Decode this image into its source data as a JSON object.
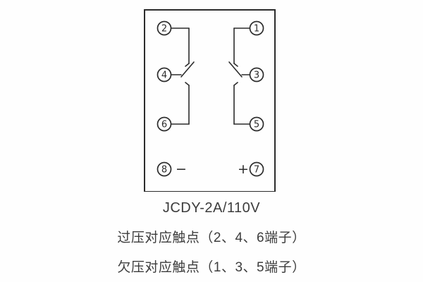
{
  "diagram": {
    "terminals": {
      "1": "1",
      "2": "2",
      "3": "3",
      "4": "4",
      "5": "5",
      "6": "6",
      "7": "7",
      "8": "8"
    },
    "polarity": {
      "minus": "−",
      "plus": "+"
    }
  },
  "captions": {
    "model": "JCDY-2A/110V",
    "overvoltage": "过压对应触点（2、4、6端子）",
    "undervoltage": "欠压对应触点（1、3、5端子）"
  }
}
